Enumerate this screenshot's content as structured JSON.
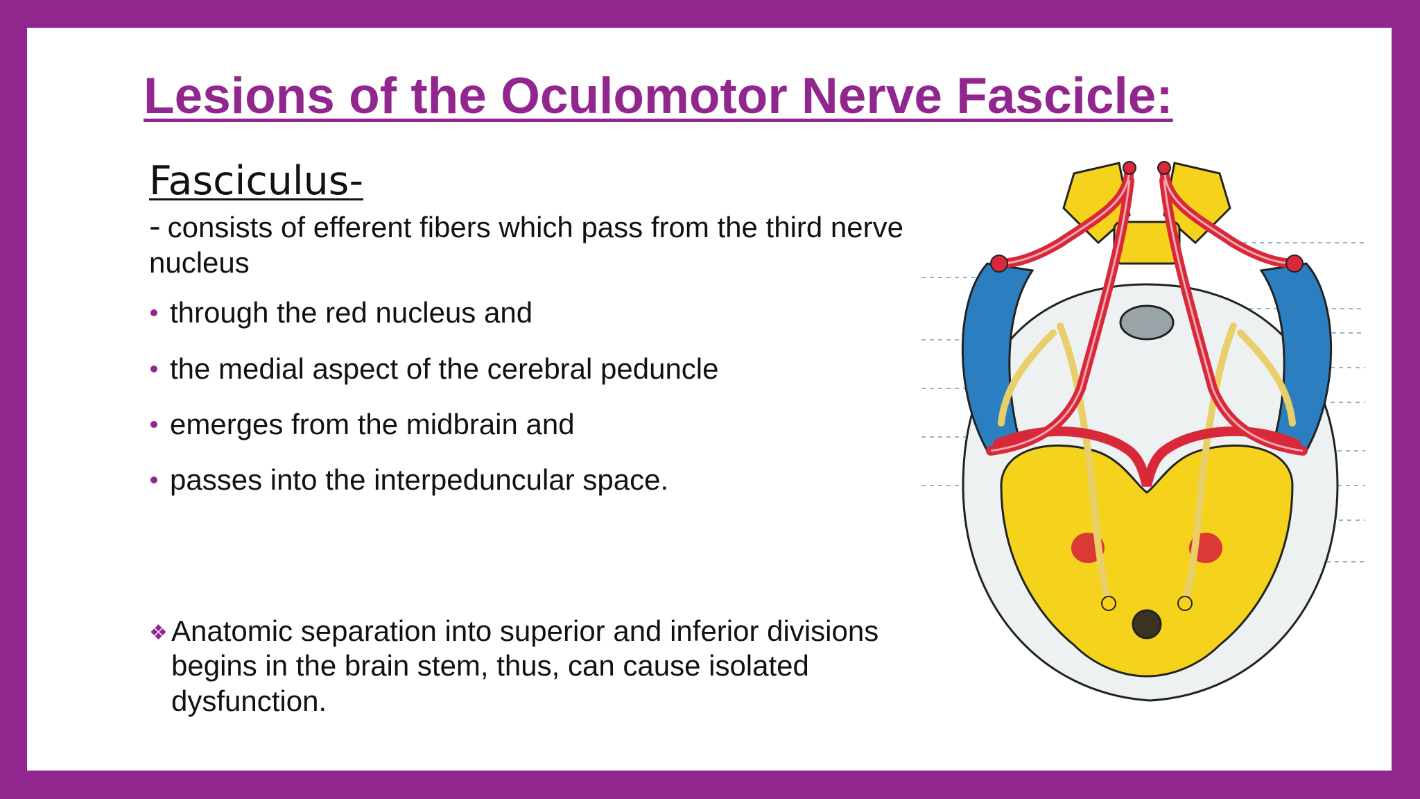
{
  "slide": {
    "title": "Lesions of the Oculomotor Nerve Fascicle:",
    "subheading": "Fasciculus-",
    "intro_dash": "-",
    "intro": "consists of efferent fibers which pass from the third nerve nucleus",
    "bullets": [
      "through the red nucleus and",
      "the medial aspect of the cerebral peduncle",
      "emerges from the midbrain and",
      "passes into the interpeduncular space."
    ],
    "note_symbol": "❖",
    "note": "Anatomic separation into superior and inferior divisions begins in the brain stem, thus, can cause isolated dysfunction."
  },
  "colors": {
    "frame": "#92268f",
    "accent": "#92268f",
    "text": "#111111",
    "midbrain_yellow": "#f5d21c",
    "blue": "#2b7fc0",
    "artery_red": "#d8283a"
  },
  "figure": {
    "icon": "midbrain-cross-section-illustration"
  }
}
